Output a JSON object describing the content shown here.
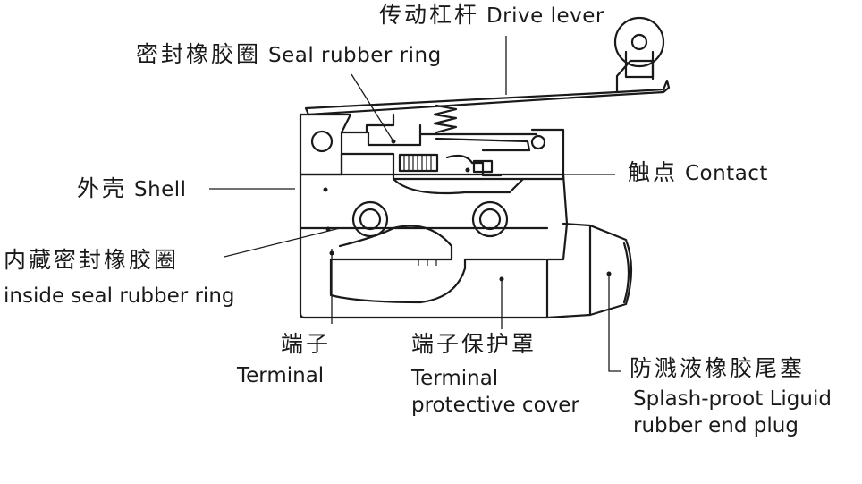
{
  "labels": {
    "drive_lever": {
      "cn": "传动杠杆",
      "en": "Drive lever"
    },
    "seal_ring": {
      "cn": "密封橡胶圈",
      "en": "Seal rubber ring"
    },
    "shell": {
      "cn": "外壳",
      "en": "Shell"
    },
    "contact": {
      "cn": "触点",
      "en": "Contact"
    },
    "inside_seal": {
      "cn": "内藏密封橡胶圈",
      "en": "inside seal rubber ring"
    },
    "terminal": {
      "cn": "端子",
      "en": "Terminal"
    },
    "terminal_cover": {
      "cn": "端子保护罩",
      "en_line1": "Terminal",
      "en_line2": "protective cover"
    },
    "end_plug": {
      "cn": "防溅液橡胶尾塞",
      "en_line1": "Splash-proot Liguid",
      "en_line2": "rubber end plug"
    }
  }
}
